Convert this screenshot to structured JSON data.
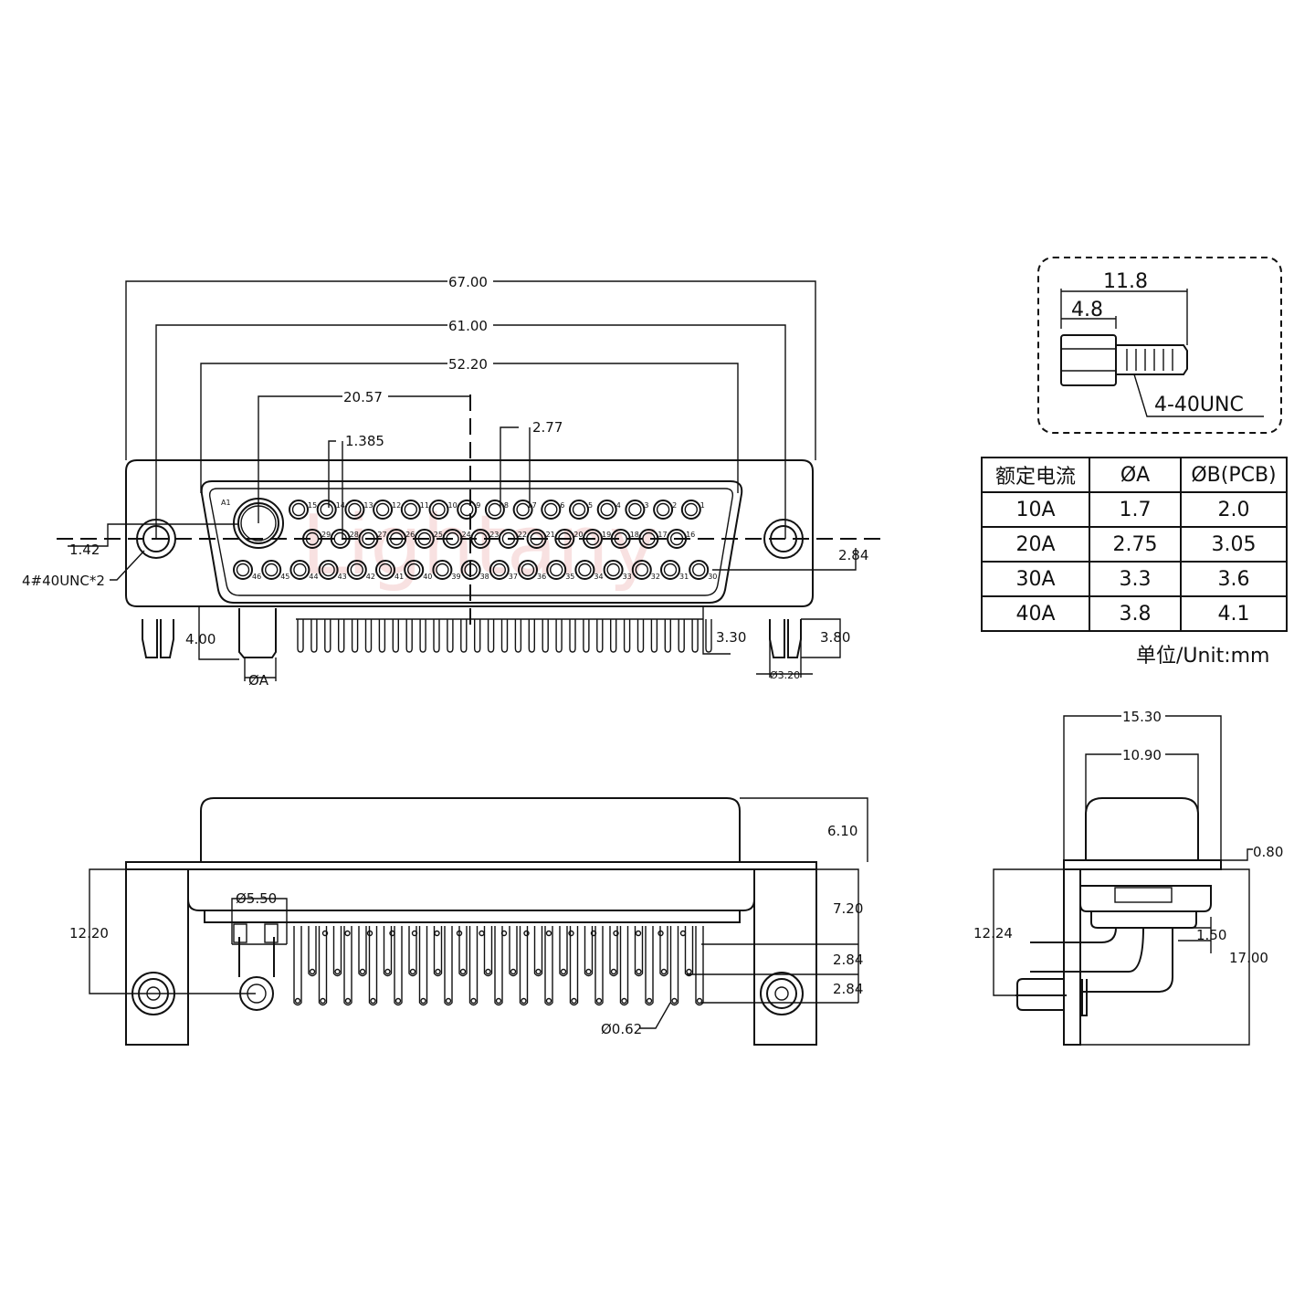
{
  "front_view": {
    "dims": {
      "overall_width": "67.00",
      "mount_hole_spacing": "61.00",
      "shell_width": "52.20",
      "coax_offset": "20.57",
      "row_offset": "1.385",
      "pin_pitch": "2.77",
      "row_pitch": "2.84",
      "hole_offset": "1.42",
      "mount_thread": "4#40UNC*2",
      "coax_tail": "4.00",
      "coax_dia": "ØA",
      "pin_tail": "3.30",
      "boardlock_len": "3.80",
      "boardlock_dia": "Ø3.20"
    },
    "coax_label": "A1",
    "row1": [
      "15",
      "14",
      "13",
      "12",
      "11",
      "10",
      "9",
      "8",
      "7",
      "6",
      "5",
      "4",
      "3",
      "2",
      "1"
    ],
    "row2": [
      "29",
      "28",
      "27",
      "26",
      "25",
      "24",
      "23",
      "22",
      "21",
      "20",
      "19",
      "18",
      "17",
      "16"
    ],
    "row3": [
      "46",
      "45",
      "44",
      "43",
      "42",
      "41",
      "40",
      "39",
      "38",
      "37",
      "36",
      "35",
      "34",
      "33",
      "32",
      "31",
      "30"
    ],
    "watermark": "Lightany"
  },
  "screw_detail": {
    "length": "11.8",
    "hex_length": "4.8",
    "thread": "4-40UNC"
  },
  "spec_table": {
    "headers": [
      "额定电流",
      "ØA",
      "ØB(PCB)"
    ],
    "rows": [
      [
        "10A",
        "1.7",
        "2.0"
      ],
      [
        "20A",
        "2.75",
        "3.05"
      ],
      [
        "30A",
        "3.3",
        "3.6"
      ],
      [
        "40A",
        "3.8",
        "4.1"
      ]
    ],
    "unit": "单位/Unit:mm"
  },
  "bottom_view": {
    "dims": {
      "shell_height": "6.10",
      "body_height": "7.20",
      "hole_height": "12.20",
      "coax_pad_dia": "Ø5.50",
      "row_pitch_1": "2.84",
      "row_pitch_2": "2.84",
      "pin_dia": "Ø0.62"
    }
  },
  "side_view": {
    "dims": {
      "flange_width": "15.30",
      "shell_depth": "10.90",
      "flange_thickness": "0.80",
      "hole_height": "12.24",
      "standoff": "1.50",
      "total_height": "17.00"
    }
  }
}
